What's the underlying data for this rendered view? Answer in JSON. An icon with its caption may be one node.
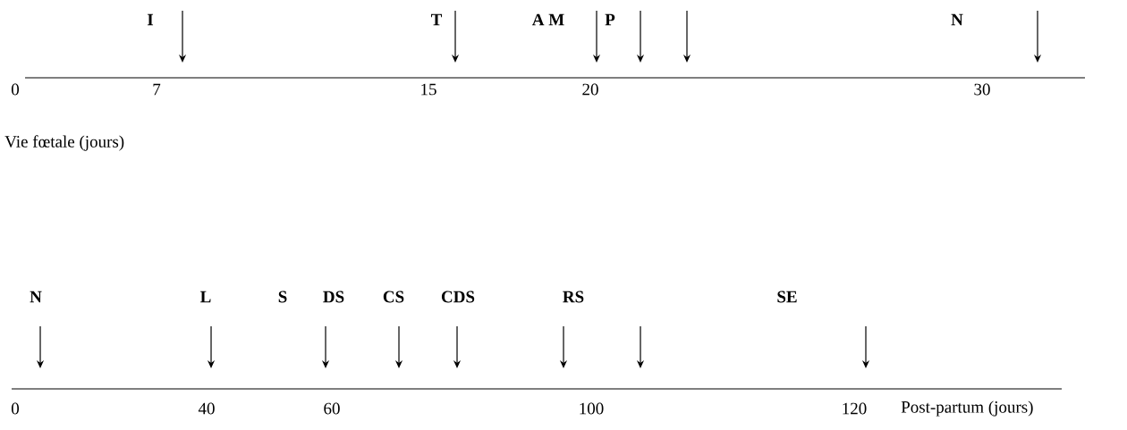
{
  "diagram": {
    "labels": [
      "I",
      "T",
      "A M",
      "P",
      "N",
      "0",
      "7",
      "15",
      "20",
      "30",
      "Vie fœtale (jours)",
      "N",
      "L",
      "S",
      "DS",
      "CS",
      "CDS",
      "RS",
      "SE",
      "0",
      "40",
      "60",
      "100",
      "120",
      "Post-partum (jours)"
    ]
  }
}
